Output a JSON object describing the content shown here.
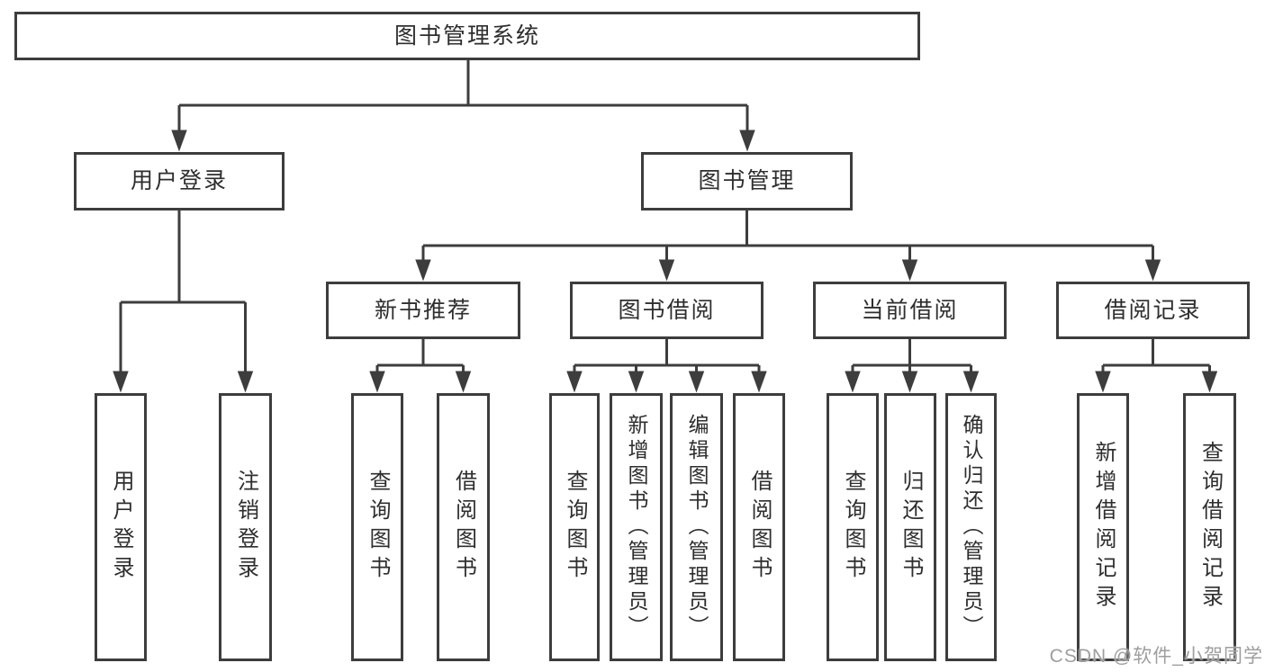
{
  "diagram": {
    "root": {
      "id": "library-management-system",
      "label": "图书管理系统"
    },
    "level2": [
      {
        "id": "user-login",
        "label": "用户登录"
      },
      {
        "id": "book-management",
        "label": "图书管理"
      }
    ],
    "level3": [
      {
        "id": "new-book-recommendation",
        "label": "新书推荐"
      },
      {
        "id": "book-borrowing",
        "label": "图书借阅"
      },
      {
        "id": "current-borrowing",
        "label": "当前借阅"
      },
      {
        "id": "borrowing-records",
        "label": "借阅记录"
      }
    ],
    "leaves": [
      {
        "parent": "用户登录",
        "label": "用户登录"
      },
      {
        "parent": "用户登录",
        "label": "注销登录"
      },
      {
        "parent": "新书推荐",
        "label": "查询图书"
      },
      {
        "parent": "新书推荐",
        "label": "借阅图书"
      },
      {
        "parent": "图书借阅",
        "label": "查询图书"
      },
      {
        "parent": "图书借阅",
        "label": "新增图书（管理员）"
      },
      {
        "parent": "图书借阅",
        "label": "编辑图书（管理员）"
      },
      {
        "parent": "图书借阅",
        "label": "借阅图书"
      },
      {
        "parent": "当前借阅",
        "label": "查询图书"
      },
      {
        "parent": "当前借阅",
        "label": "归还图书"
      },
      {
        "parent": "当前借阅",
        "label": "确认归还（管理员）"
      },
      {
        "parent": "借阅记录",
        "label": "新增借阅记录"
      },
      {
        "parent": "借阅记录",
        "label": "查询借阅记录"
      }
    ],
    "watermark": "CSDN @软件_小贺同学",
    "colors": {
      "line": "#3d3d3d",
      "text": "#2e2e2e",
      "background": "#ffffff",
      "watermark": "#9e9e9e"
    }
  }
}
